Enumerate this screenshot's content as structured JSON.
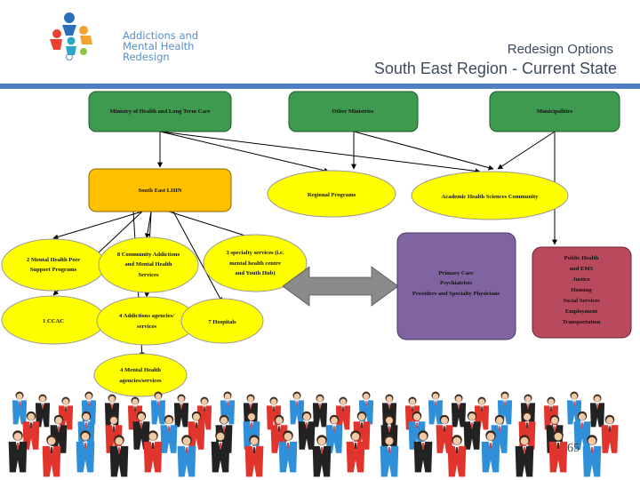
{
  "header": {
    "logo_lines": [
      "Addictions and",
      "Mental Health",
      "Redesign"
    ],
    "subtitle": "Redesign Options",
    "title": "South East Region - Current State"
  },
  "nodes": {
    "ministry": "Ministry of Health and Long Term Care",
    "other_ministries": "Other Ministries",
    "municipalities": "Municipalities",
    "lhin": "South East LHIN",
    "regional_programs": "Regional Programs",
    "academic": "Academic Health Sciences Community",
    "mh_peer": [
      "2 Mental Health Peer",
      "Support Programs"
    ],
    "community_addictions": [
      "8 Community Addictions",
      "and Mental Health",
      "Services"
    ],
    "specialty": [
      "3 specialty services (i.e.",
      "mental health centre",
      "and Youth Hub)"
    ],
    "ccac": "1 CCAC",
    "addictions_agencies": [
      "4 Addictions agencies/",
      "services"
    ],
    "hospitals": "7 Hospitals",
    "mh_agencies": [
      "4 Mental Health",
      "agencies/services"
    ],
    "primary_care": [
      "Primary Care",
      "Psychiatrists",
      "Providers and Specialty Physicians"
    ],
    "public_health": [
      "Public Health",
      "and EMS",
      "Justice",
      "Housing",
      "Social Services",
      "Employment",
      "Transportation"
    ]
  },
  "page_number": "65",
  "colors": {
    "green": "#3e9a4f",
    "gold": "#ffc000",
    "yellow": "#ffff00",
    "purple": "#8064a2",
    "rose": "#b94a5e",
    "arrow": "#8a8a8a",
    "rule": "#4f7fc0"
  }
}
